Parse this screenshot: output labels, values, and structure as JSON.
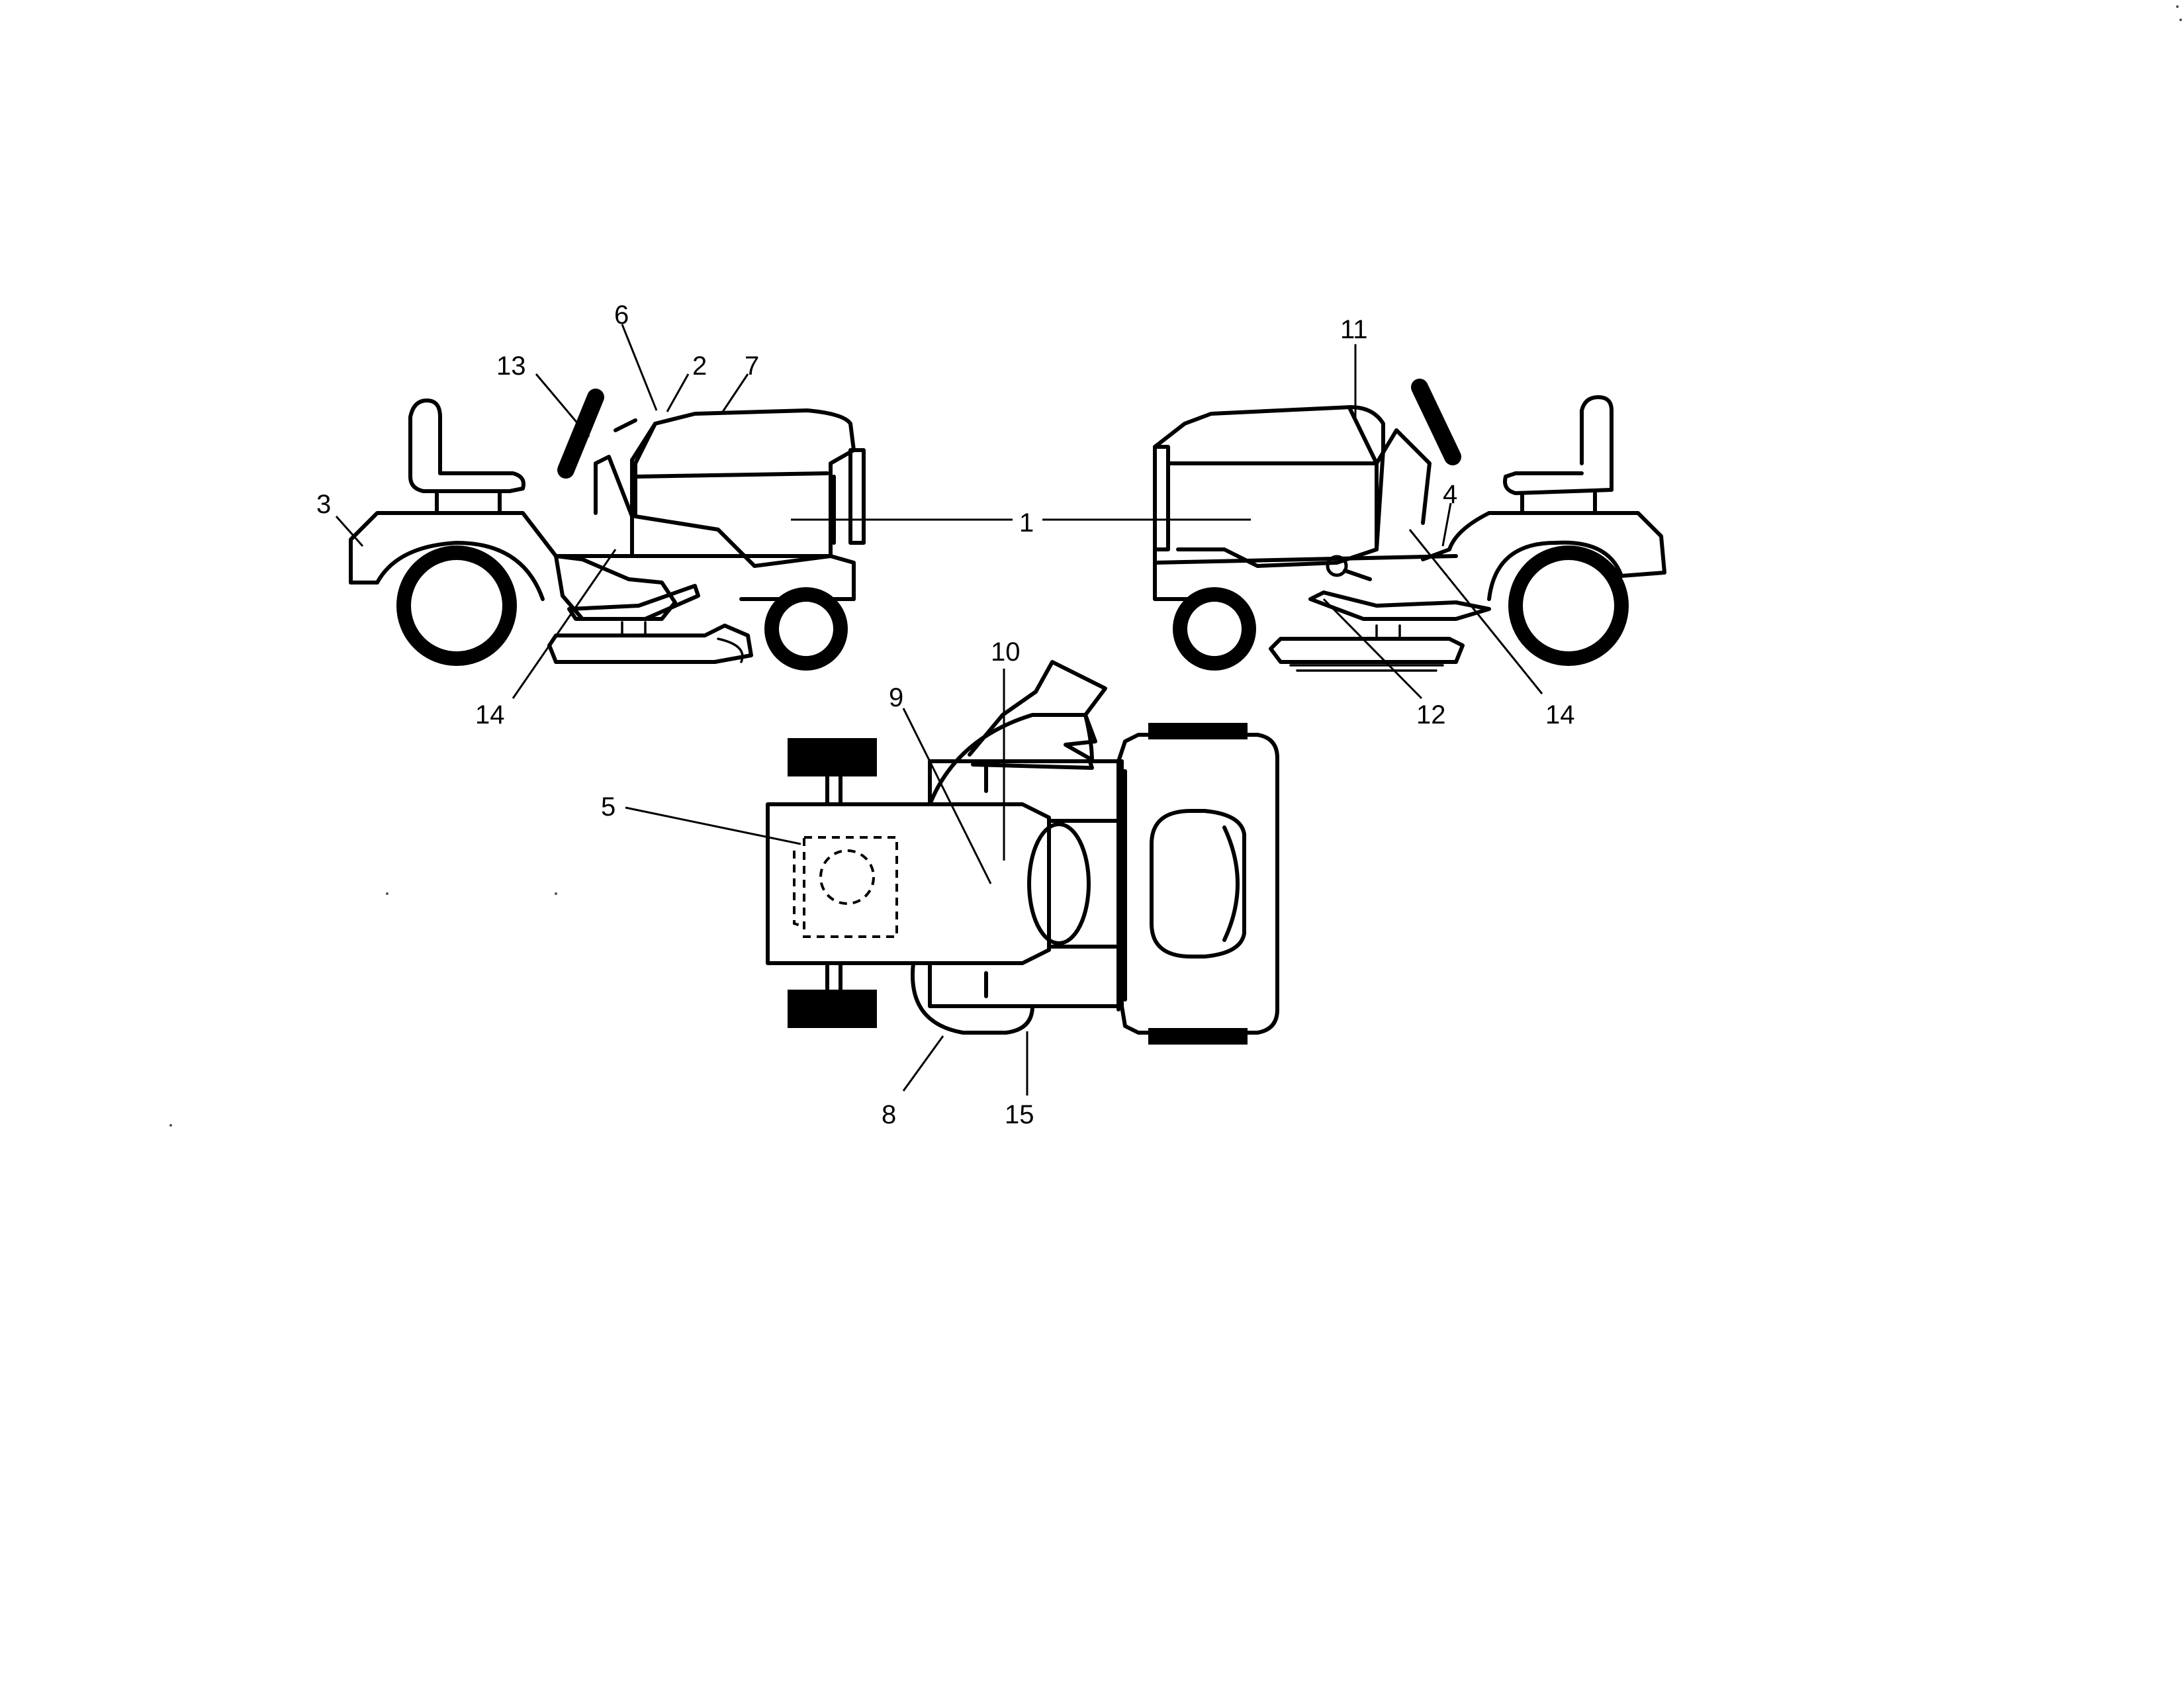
{
  "diagram": {
    "callouts": {
      "c1": "1",
      "c2": "2",
      "c3": "3",
      "c4": "4",
      "c5": "5",
      "c6": "6",
      "c7": "7",
      "c8": "8",
      "c9": "9",
      "c10": "10",
      "c11": "11",
      "c12": "12",
      "c13": "13",
      "c14_left": "14",
      "c14_right": "14",
      "c15": "15"
    }
  }
}
